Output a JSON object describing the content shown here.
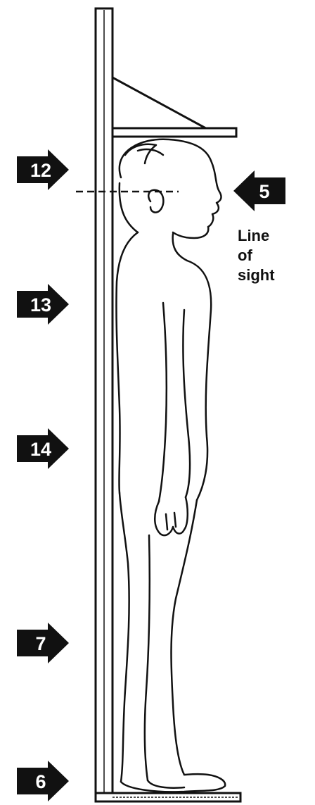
{
  "arrows": [
    {
      "id": "12",
      "label": "12",
      "direction": "right"
    },
    {
      "id": "13",
      "label": "13",
      "direction": "right"
    },
    {
      "id": "14",
      "label": "14",
      "direction": "right"
    },
    {
      "id": "7",
      "label": "7",
      "direction": "right"
    },
    {
      "id": "6",
      "label": "6",
      "direction": "right"
    },
    {
      "id": "5",
      "label": "5",
      "direction": "left"
    }
  ],
  "line_of_sight": {
    "lines": [
      "Line",
      "of",
      "sight"
    ]
  },
  "colors": {
    "ink": "#111111",
    "background": "#ffffff",
    "arrow_fill": "#111111",
    "arrow_text": "#ffffff"
  }
}
